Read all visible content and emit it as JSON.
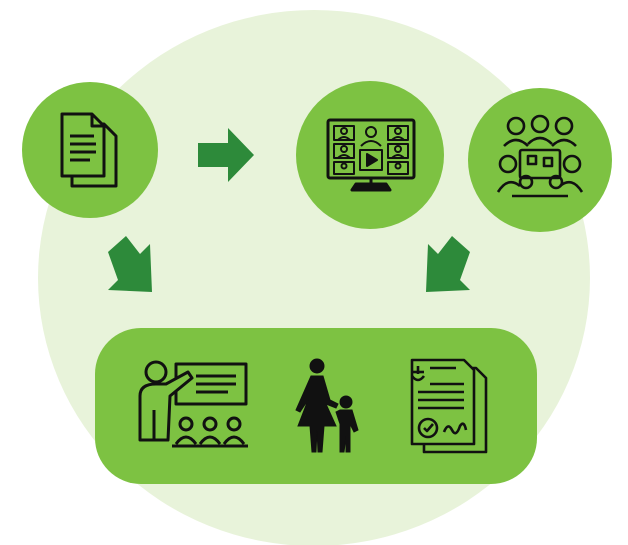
{
  "colors": {
    "background": "#ffffff",
    "outer_circle": "#e8f3da",
    "node_fill": "#7dc242",
    "arrow": "#2d8a3a",
    "icon_stroke": "#111111"
  },
  "nodes": [
    {
      "id": "documents",
      "icon": "document-stack-icon"
    },
    {
      "id": "online-session",
      "icon": "video-conference-icon"
    },
    {
      "id": "group-meeting",
      "icon": "meeting-group-icon"
    }
  ],
  "outcome_panel": {
    "icons": [
      "teacher-presentation-icon",
      "parent-child-icon",
      "legal-certificate-icon"
    ]
  },
  "arrows": [
    {
      "from": "documents",
      "to": "online-session",
      "direction": "right"
    },
    {
      "from": "documents",
      "to": "outcome-panel",
      "direction": "down-right"
    },
    {
      "from": "online-session",
      "to": "outcome-panel",
      "direction": "down-left"
    }
  ]
}
